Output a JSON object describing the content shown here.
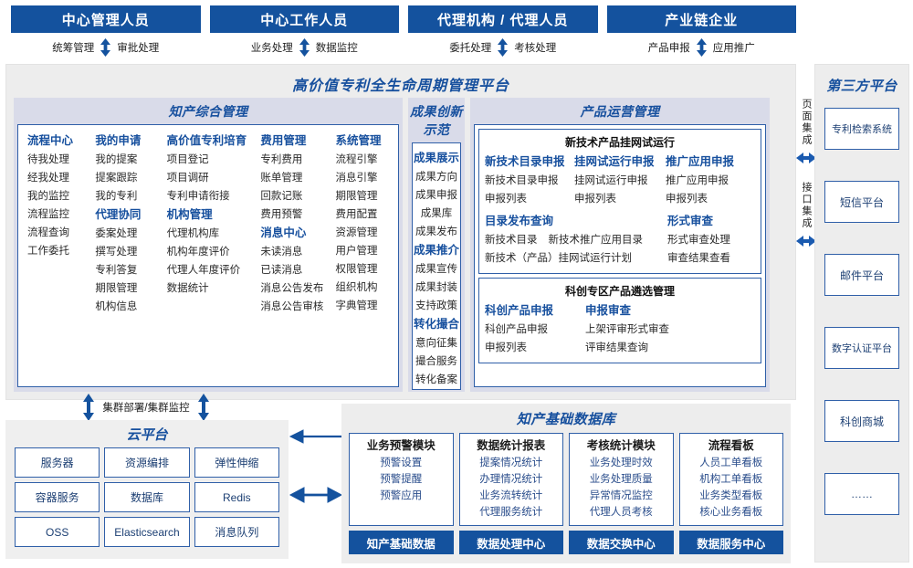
{
  "roles": [
    {
      "title": "中心管理人员",
      "flows": [
        "统筹管理",
        "审批处理"
      ]
    },
    {
      "title": "中心工作人员",
      "flows": [
        "业务处理",
        "数据监控"
      ]
    },
    {
      "title": "代理机构 / 代理人员",
      "flows": [
        "委托处理",
        "考核处理"
      ]
    },
    {
      "title": "产业链企业",
      "flows": [
        "产品申报",
        "应用推广"
      ]
    }
  ],
  "platform": {
    "title": "高价值专利全生命周期管理平台",
    "ipr": {
      "header": "知产综合管理",
      "columns": [
        {
          "groups": [
            {
              "title": "流程中心",
              "items": [
                "待我处理",
                "经我处理",
                "我的监控",
                "流程监控",
                "流程查询",
                "工作委托"
              ]
            }
          ]
        },
        {
          "groups": [
            {
              "title": "我的申请",
              "items": [
                "我的提案",
                "提案跟踪",
                "我的专利"
              ]
            },
            {
              "title": "代理协同",
              "items": [
                "委案处理",
                "撰写处理",
                "专利答复",
                "期限管理",
                "机构信息"
              ]
            }
          ]
        },
        {
          "groups": [
            {
              "title": "高价值专利培育",
              "items": [
                "项目登记",
                "项目调研",
                "专利申请衔接"
              ]
            },
            {
              "title": "机构管理",
              "items": [
                "代理机构库",
                "机构年度评价",
                "代理人年度评价",
                "数据统计"
              ]
            }
          ]
        },
        {
          "groups": [
            {
              "title": "费用管理",
              "items": [
                "专利费用",
                "账单管理",
                "回款记账",
                "费用预警"
              ]
            },
            {
              "title": "消息中心",
              "items": [
                "未读消息",
                "已读消息",
                "消息公告发布",
                "消息公告审核"
              ]
            }
          ]
        },
        {
          "groups": [
            {
              "title": "系统管理",
              "items": [
                "流程引擎",
                "消息引擎",
                "期限管理",
                "费用配置",
                "资源管理",
                "用户管理",
                "权限管理",
                "组织机构",
                "字典管理"
              ]
            }
          ]
        }
      ]
    },
    "achievement": {
      "header": "成果创新示范",
      "groups": [
        {
          "title": "成果展示",
          "items": [
            "成果方向",
            "成果申报",
            "成果库",
            "成果发布"
          ]
        },
        {
          "title": "成果推介",
          "items": [
            "成果宣传",
            "成果封装",
            "支持政策"
          ]
        },
        {
          "title": "转化撮合",
          "items": [
            "意向征集",
            "撮合服务",
            "转化备案"
          ]
        }
      ]
    },
    "product": {
      "header": "产品运营管理",
      "box1": {
        "title": "新技术产品挂网试运行",
        "row1": [
          {
            "title": "新技术目录申报",
            "items": [
              "新技术目录申报",
              "申报列表"
            ]
          },
          {
            "title": "挂网试运行申报",
            "items": [
              "挂网试运行申报",
              "申报列表"
            ]
          },
          {
            "title": "推广应用申报",
            "items": [
              "推广应用申报",
              "申报列表"
            ]
          }
        ],
        "row2_left": {
          "title": "目录发布查询",
          "items_inline": [
            "新技术目录",
            "新技术推广应用目录"
          ],
          "items": [
            "新技术（产品）挂网试运行计划"
          ]
        },
        "row2_right": {
          "title": "形式审查",
          "items": [
            "形式审查处理",
            "审查结果查看"
          ]
        }
      },
      "box2": {
        "title": "科创专区产品遴选管理",
        "cols": [
          {
            "title": "科创产品申报",
            "items": [
              "科创产品申报",
              "申报列表"
            ]
          },
          {
            "title": "申报审查",
            "items": [
              "上架评审形式审查",
              "评审结果查询"
            ]
          }
        ]
      }
    }
  },
  "integration": {
    "labels": [
      "页面集成",
      "接口集成"
    ]
  },
  "third_party": {
    "title": "第三方平台",
    "items": [
      "专利检索系统",
      "短信平台",
      "邮件平台",
      "数字认证平台",
      "科创商城",
      "……"
    ]
  },
  "cluster": {
    "label": "集群部署/集群监控"
  },
  "cloud": {
    "title": "云平台",
    "items": [
      "服务器",
      "资源编排",
      "弹性伸缩",
      "容器服务",
      "数据库",
      "Redis",
      "OSS",
      "Elasticsearch",
      "消息队列"
    ]
  },
  "database": {
    "title": "知产基础数据库",
    "columns": [
      {
        "header": "业务预警模块",
        "items": [
          "预警设置",
          "预警提醒",
          "预警应用"
        ],
        "footer": "知产基础数据"
      },
      {
        "header": "数据统计报表",
        "items": [
          "提案情况统计",
          "办理情况统计",
          "业务流转统计",
          "代理服务统计"
        ],
        "footer": "数据处理中心"
      },
      {
        "header": "考核统计模块",
        "items": [
          "业务处理时效",
          "业务处理质量",
          "异常情况监控",
          "代理人员考核"
        ],
        "footer": "数据交换中心"
      },
      {
        "header": "流程看板",
        "items": [
          "人员工单看板",
          "机构工单看板",
          "业务类型看板",
          "核心业务看板"
        ],
        "footer": "数据服务中心"
      }
    ]
  },
  "colors": {
    "header_blue": "#14529E",
    "accent_blue": "#17509E",
    "border_blue": "#2F5FA8",
    "panel_gray": "#EDEDED",
    "band_lavender": "#D9DBE9"
  }
}
